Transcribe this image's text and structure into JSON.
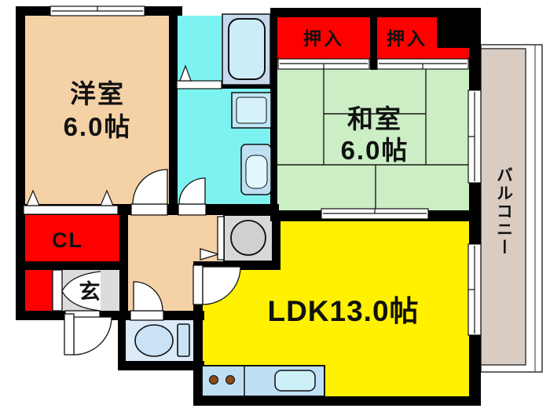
{
  "floor_plan": {
    "western_room": {
      "name": "洋室",
      "area": "6.0帖"
    },
    "japanese_room": {
      "name": "和室",
      "area": "6.0帖"
    },
    "ldk": {
      "label": "LDK13.0帖"
    },
    "oshiire_left": {
      "label": "押入"
    },
    "oshiire_right": {
      "label": "押入"
    },
    "closet": {
      "label": "CL"
    },
    "entrance": {
      "label": "玄"
    },
    "balcony": {
      "label": "バルコニー"
    }
  },
  "colors": {
    "wall": "#000000",
    "western_room": "#F5D1A6",
    "hallway": "#F5D1A6",
    "japanese_room": "#CBEEC4",
    "ldk": "#FFF100",
    "bath": "#7CF3F1",
    "washroom": "#7CF3F1",
    "closet_red": "#FE0000",
    "entrance_gray": "#DCDCDC",
    "toilet_room": "#DCEAF8",
    "balcony": "#D9CDC3",
    "tub_panel": "#C7D9EC",
    "tub": "#CBEDFA",
    "washer_pan": "#BEE7F7",
    "washer_pan_inner": "#D6F3FB",
    "basin": "#BFDFF2",
    "basin_inner": "#E2F6FD",
    "washer_gray": "#D8D8D8",
    "washer_drum": "#D0D0D0",
    "toilet_fixture": "#C9E2F6",
    "counter": "#BFE0F4",
    "sink": "#CDEFF8",
    "burner": "#8A4A1A",
    "white": "#FFFFFF"
  }
}
